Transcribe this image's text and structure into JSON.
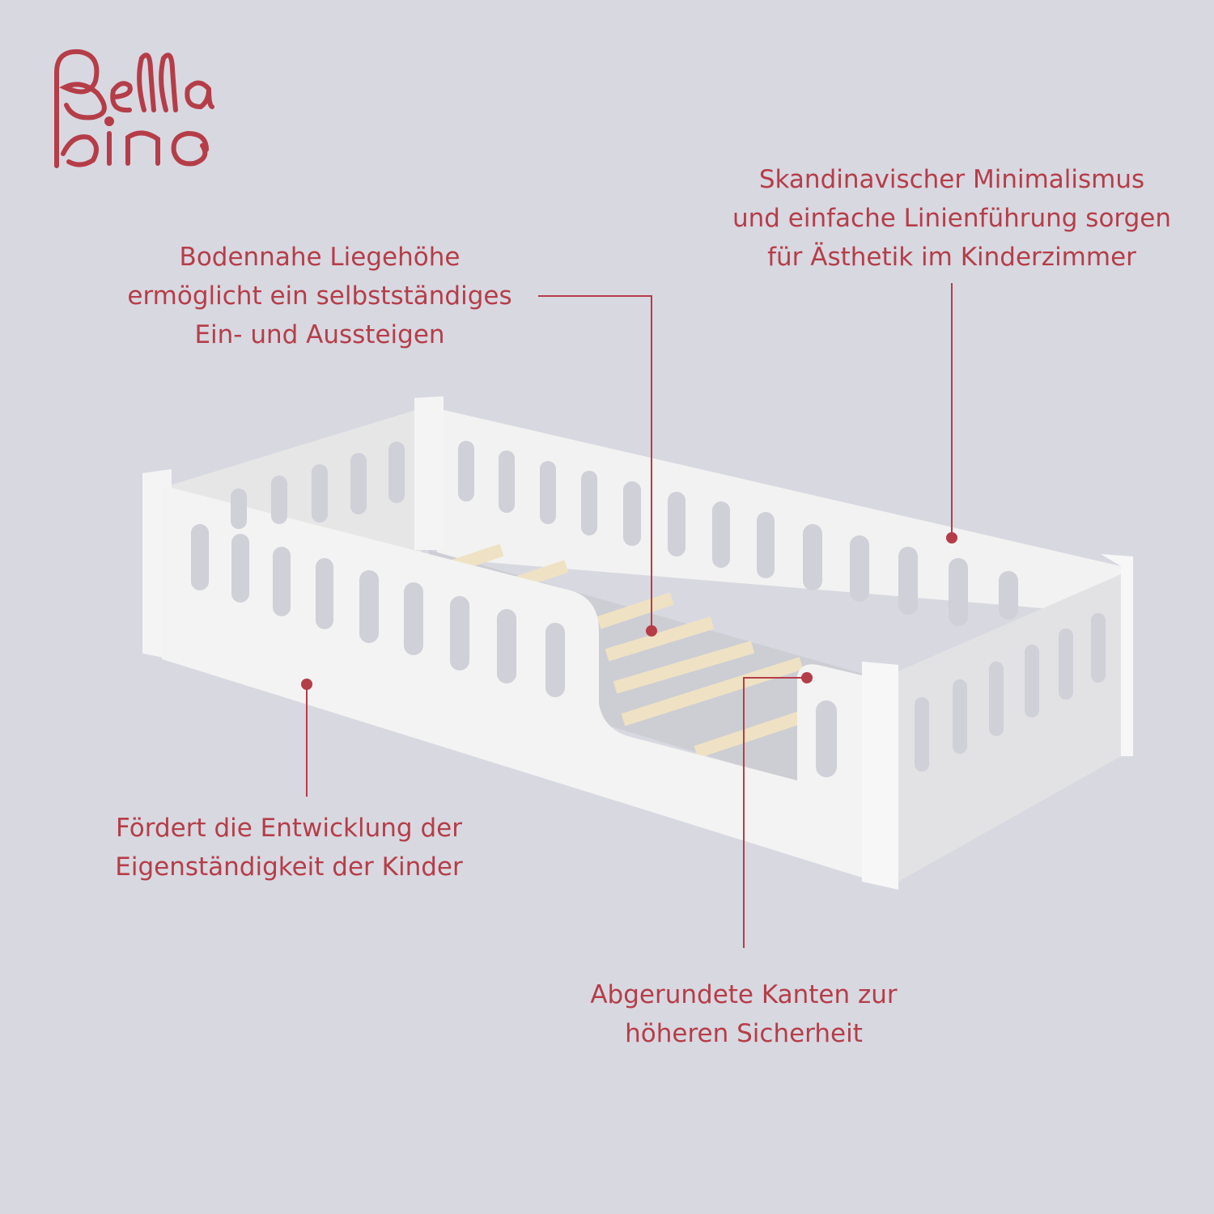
{
  "brand": {
    "logo_text": "Bella bino",
    "accent_color": "#b53d48",
    "background_color": "#d8d8e1"
  },
  "callouts": {
    "minimalism": [
      "Skandinavischer Minimalismus",
      "und einfache Linienführung sorgen",
      "für Ästhetik im Kinderzimmer"
    ],
    "low_height": [
      "Bodennahe Liegehöhe",
      "ermöglicht ein selbstständiges",
      "Ein- und Aussteigen"
    ],
    "independence": [
      "Fördert die Entwicklung der",
      "Eigenständigkeit der Kinder"
    ],
    "rounded_edges": [
      "Abgerundete Kanten zur",
      "höheren Sicherheit"
    ]
  }
}
